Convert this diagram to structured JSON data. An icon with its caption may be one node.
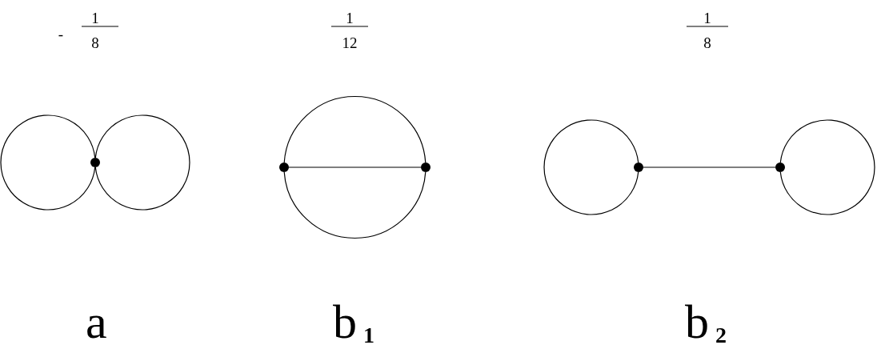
{
  "diagram": {
    "nodes": [
      {
        "text": [],
        "shape": "circle"
      },
      {
        "text": [],
        "shape": "circle"
      },
      {
        "text": [],
        "shape": "circle"
      },
      {
        "text": [],
        "shape": "circle"
      },
      {
        "text": [],
        "shape": "circle"
      }
    ],
    "edges": [
      {
        "from": 0,
        "to": 0,
        "arrow": "none"
      },
      {
        "from": 0,
        "to": 0,
        "arrow": "none"
      },
      {
        "from": 1,
        "to": 2,
        "arrow": "none"
      },
      {
        "from": 1,
        "to": 2,
        "arrow": "none"
      },
      {
        "from": 1,
        "to": 2,
        "arrow": "none"
      },
      {
        "from": 3,
        "to": 3,
        "arrow": "none"
      },
      {
        "from": 3,
        "to": 4,
        "arrow": "none"
      },
      {
        "from": 4,
        "to": 4,
        "arrow": "none"
      }
    ],
    "labels": [
      "-",
      "1",
      "8",
      "1",
      "12",
      "1",
      "8",
      "a",
      "b$_{1}$",
      "b$_{2}$"
    ]
  }
}
